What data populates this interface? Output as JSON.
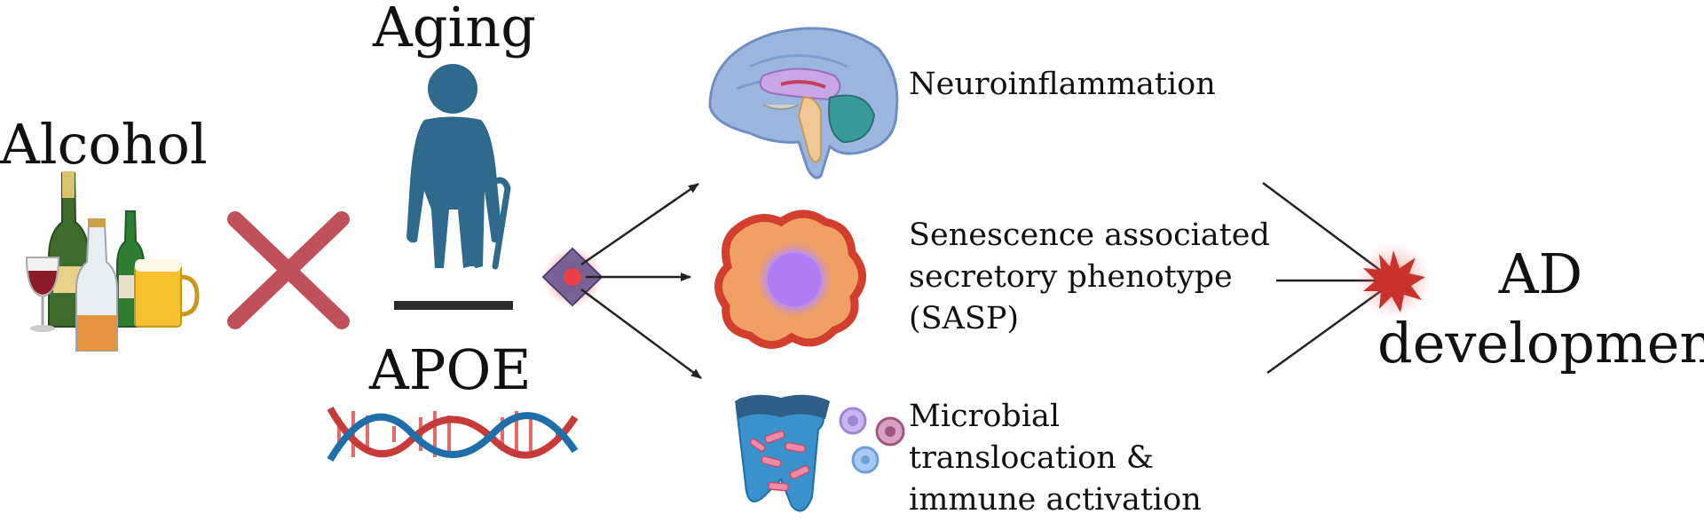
{
  "labels": {
    "alcohol": "Alcohol",
    "aging": "Aging",
    "apoe": "APOE",
    "neuroinflammation": "Neuroinflammation",
    "sasp": [
      "Senescence associated",
      "secretory phenotype",
      "(SASP)"
    ],
    "microbial": [
      "Microbial",
      "translocation &",
      "immune activation"
    ],
    "outcome": [
      "AD",
      "development"
    ]
  },
  "colors": {
    "cross": "#c0505a",
    "person": "#2f6a8d",
    "dna_red": "#c63a3a",
    "dna_blue": "#1f6ea8",
    "arrow": "#222222",
    "burst": "#c8322c",
    "cell_outer": "#d33f2f",
    "cell_fill": "#f0a062",
    "nucleus": "#b07cf2"
  },
  "icons": [
    "alcohol-bottles-icon",
    "cross-icon",
    "elderly-person-icon",
    "dna-helix-icon",
    "junction-diamond-icon",
    "brain-icon",
    "senescent-cell-icon",
    "intestine-icon",
    "immune-cells-icon",
    "burst-icon"
  ]
}
